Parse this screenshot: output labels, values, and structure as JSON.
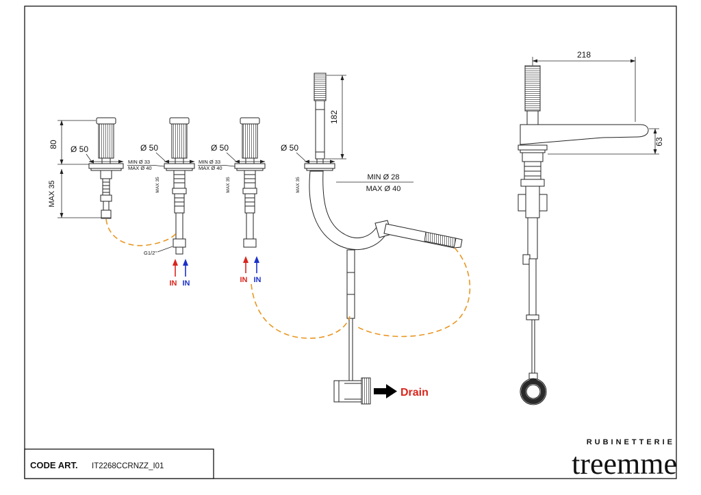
{
  "title_block": {
    "code_label": "CODE ART.",
    "code_value": "IT2268CCRNZZ_I01"
  },
  "brand": {
    "line1": "RUBINETTERIE",
    "line2": "treemme"
  },
  "dims": {
    "d80": "80",
    "max35": "MAX 35",
    "dia50": "Ø 50",
    "min33": "MIN Ø 33",
    "max40s": "MAX Ø 40",
    "d182": "182",
    "min28": "MIN Ø 28",
    "max40": "MAX Ø 40",
    "d218": "218",
    "d63": "63",
    "thread": "G1/2\""
  },
  "labels": {
    "in_hot": "IN",
    "in_cold": "IN",
    "drain": "Drain"
  },
  "colors": {
    "hot_red": "#d9251c",
    "cold_blue": "#1b31c8",
    "hose_orange": "#e8951f",
    "line": "#222222",
    "background": "#ffffff"
  }
}
